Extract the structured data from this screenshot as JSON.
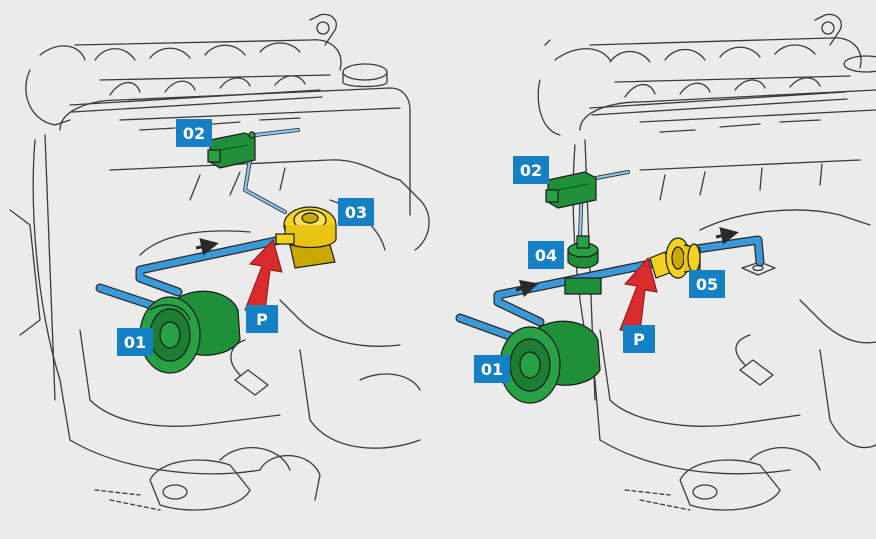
{
  "labels": {
    "left": {
      "pump": "01",
      "valve": "02",
      "injection_valve": "03",
      "pressure": "P"
    },
    "right": {
      "pump": "01",
      "valve": "02",
      "check_valve": "04",
      "combi_valve": "05",
      "pressure": "P"
    }
  },
  "colors": {
    "background": "#ebebeb",
    "engine_line": "#3a3a3a",
    "air_pipe": "#3a9ad9",
    "pump_green": "#1f8f3a",
    "valve_yellow": "#f2d21c",
    "arrow_red": "#d92b2b",
    "tag_blue": "#1580c4"
  },
  "icons": [
    "flow-arrow-icon",
    "pressure-arrow-icon"
  ]
}
